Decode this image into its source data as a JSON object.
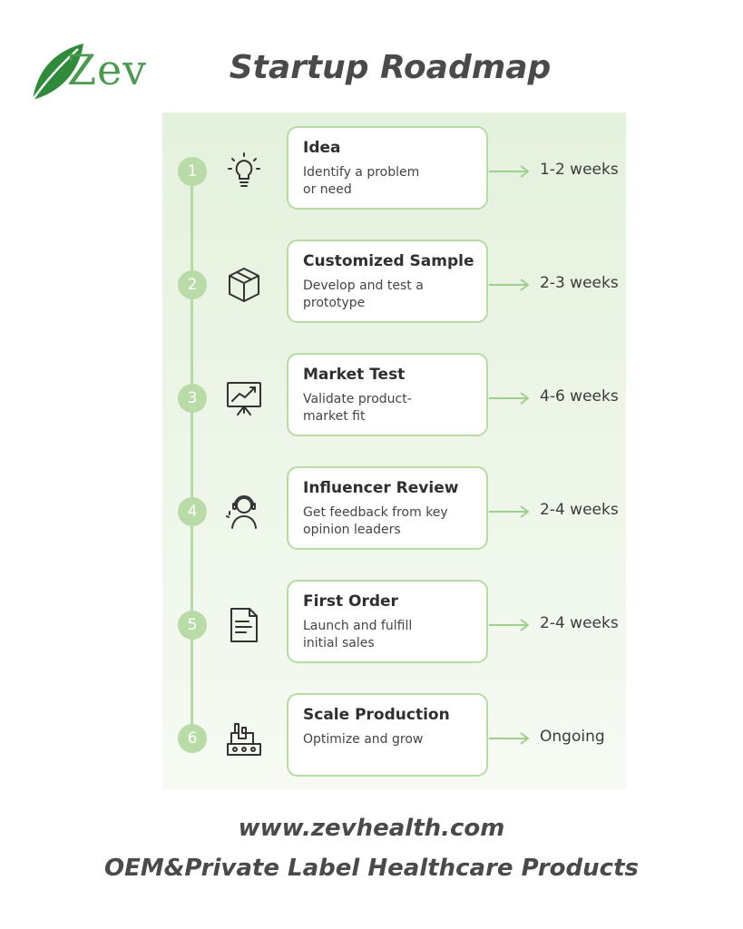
{
  "logo": {
    "text": "Zev",
    "icon": "leaf-icon"
  },
  "title": "Startup Roadmap",
  "colors": {
    "accent_green": "#b8dba8",
    "logo_green": "#4a9a4f",
    "text": "#4a4a4a"
  },
  "steps": [
    {
      "number": "1",
      "icon": "lightbulb-icon",
      "name": "Idea",
      "description": "Identify a problem\nor need",
      "duration": "1-2 weeks"
    },
    {
      "number": "2",
      "icon": "box-icon",
      "name": "Customized Sample",
      "description": "Develop and test a\nprototype",
      "duration": "2-3 weeks"
    },
    {
      "number": "3",
      "icon": "trend-chart-icon",
      "name": "Market Test",
      "description": "Validate product-\nmarket fit",
      "duration": "4-6 weeks"
    },
    {
      "number": "4",
      "icon": "headset-person-icon",
      "name": "Influencer Review",
      "description": "Get feedback from key\nopinion leaders",
      "duration": "2-4 weeks"
    },
    {
      "number": "5",
      "icon": "document-icon",
      "name": "First Order",
      "description": "Launch and fulfill\ninitial sales",
      "duration": "2-4 weeks"
    },
    {
      "number": "6",
      "icon": "factory-icon",
      "name": "Scale Production",
      "description": "Optimize and grow",
      "duration": "Ongoing"
    }
  ],
  "footer": {
    "url": "www.zevhealth.com",
    "tagline": "OEM&Private Label Healthcare Products"
  }
}
